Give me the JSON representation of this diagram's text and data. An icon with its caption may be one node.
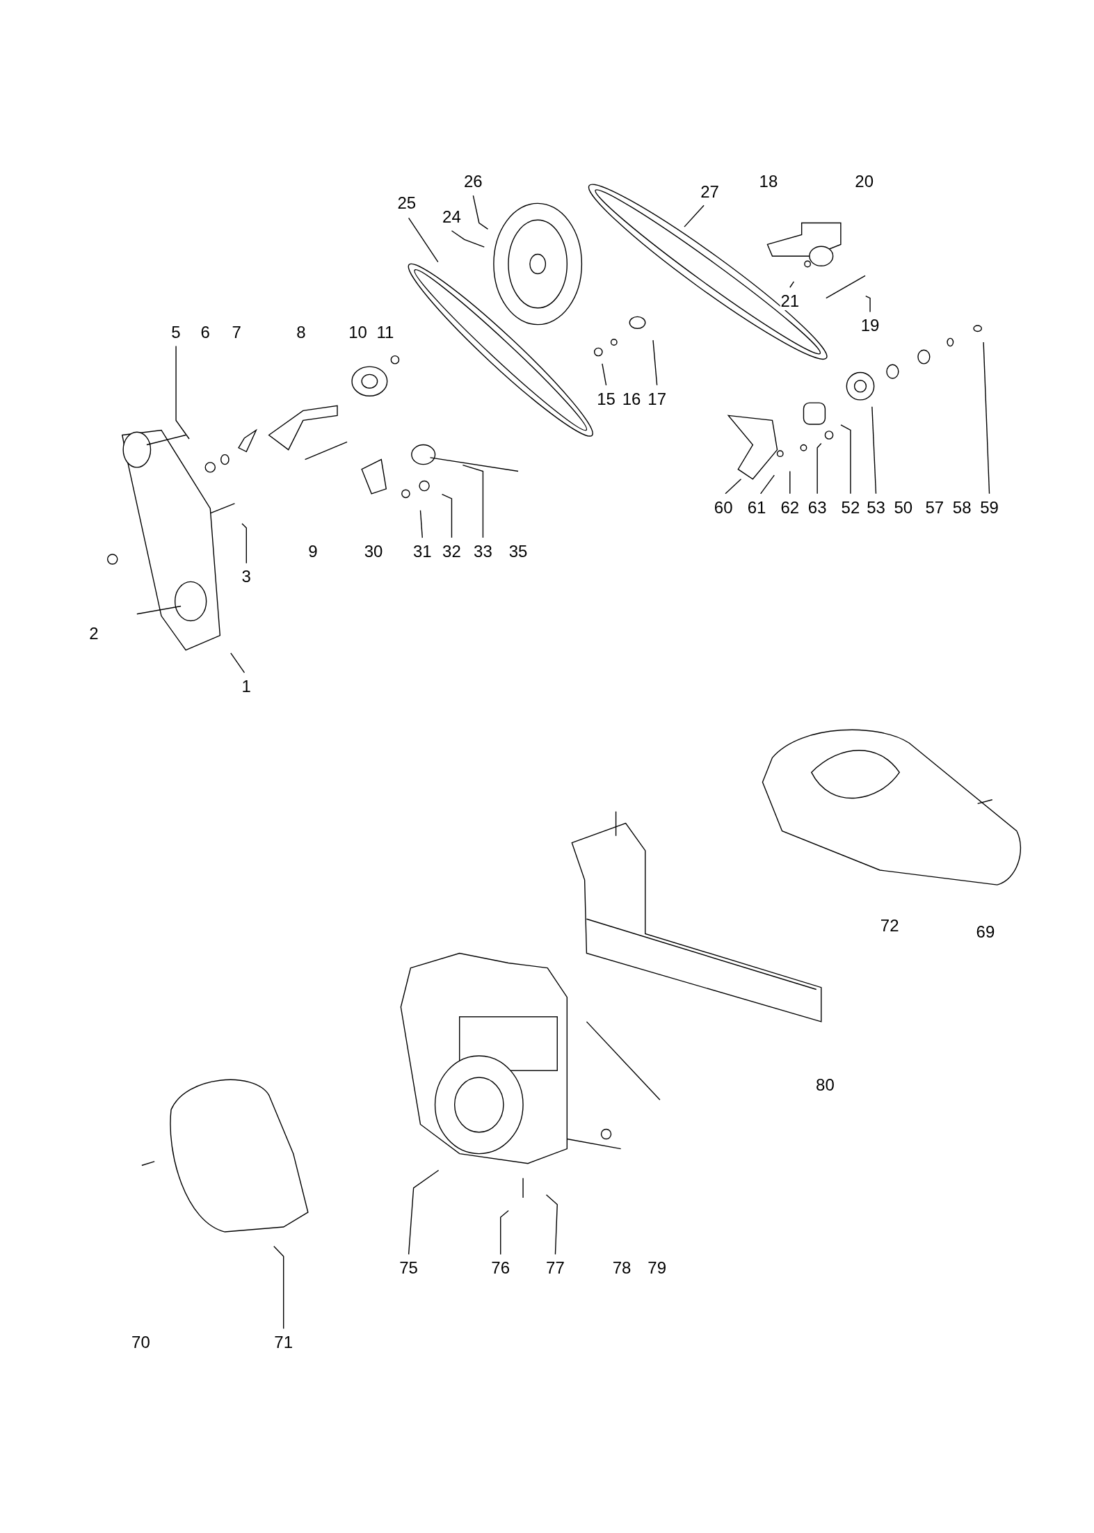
{
  "diagram": {
    "nodes": [
      {
        "text": [
          "26"
        ]
      },
      {
        "text": [
          "27"
        ]
      },
      {
        "text": [
          "25"
        ]
      },
      {
        "text": [
          "24"
        ]
      },
      {
        "text": [
          "21"
        ]
      },
      {
        "text": [
          "19"
        ]
      },
      {
        "text": [
          "5"
        ]
      },
      {
        "text": [
          "15"
        ]
      },
      {
        "text": [
          "17"
        ]
      },
      {
        "text": [
          "60"
        ]
      },
      {
        "text": [
          "61"
        ]
      },
      {
        "text": [
          "62"
        ]
      },
      {
        "text": [
          "63"
        ]
      },
      {
        "text": [
          "52"
        ]
      },
      {
        "text": [
          "53"
        ]
      },
      {
        "text": [
          "59"
        ]
      },
      {
        "text": [
          "31"
        ]
      },
      {
        "text": [
          "32"
        ]
      },
      {
        "text": [
          "33"
        ]
      },
      {
        "text": [
          "3"
        ]
      },
      {
        "text": [
          "1"
        ]
      },
      {
        "text": [
          "75"
        ]
      },
      {
        "text": [
          "76"
        ]
      },
      {
        "text": [
          "77"
        ]
      },
      {
        "text": [
          "71"
        ]
      },
      {
        "text": [
          "18"
        ]
      },
      {
        "text": [
          "20"
        ]
      },
      {
        "text": [
          "6"
        ]
      },
      {
        "text": [
          "7"
        ]
      },
      {
        "text": [
          "8"
        ]
      },
      {
        "text": [
          "10"
        ]
      },
      {
        "text": [
          "11"
        ]
      },
      {
        "text": [
          "16"
        ]
      },
      {
        "text": [
          "50"
        ]
      },
      {
        "text": [
          "57"
        ]
      },
      {
        "text": [
          "58"
        ]
      },
      {
        "text": [
          "9"
        ]
      },
      {
        "text": [
          "30"
        ]
      },
      {
        "text": [
          "35"
        ]
      },
      {
        "text": [
          "2"
        ]
      },
      {
        "text": [
          "72"
        ]
      },
      {
        "text": [
          "69"
        ]
      },
      {
        "text": [
          "80"
        ]
      },
      {
        "text": [
          "78"
        ]
      },
      {
        "text": [
          "79"
        ]
      },
      {
        "text": [
          "70"
        ]
      }
    ],
    "edges": [
      {
        "from": 0,
        "to": null,
        "arrow": "none"
      },
      {
        "from": 1,
        "to": null,
        "arrow": "none"
      },
      {
        "from": 2,
        "to": null,
        "arrow": "none"
      },
      {
        "from": 3,
        "to": null,
        "arrow": "none"
      },
      {
        "from": 4,
        "to": null,
        "arrow": "none"
      },
      {
        "from": 5,
        "to": null,
        "arrow": "none"
      },
      {
        "from": 6,
        "to": null,
        "arrow": "none"
      },
      {
        "from": 7,
        "to": null,
        "arrow": "none"
      },
      {
        "from": 8,
        "to": null,
        "arrow": "none"
      },
      {
        "from": 9,
        "to": null,
        "arrow": "none"
      },
      {
        "from": 10,
        "to": null,
        "arrow": "none"
      },
      {
        "from": 11,
        "to": null,
        "arrow": "none"
      },
      {
        "from": 12,
        "to": null,
        "arrow": "none"
      },
      {
        "from": 13,
        "to": null,
        "arrow": "none"
      },
      {
        "from": 14,
        "to": null,
        "arrow": "none"
      },
      {
        "from": 15,
        "to": null,
        "arrow": "none"
      },
      {
        "from": 16,
        "to": null,
        "arrow": "none"
      },
      {
        "from": 17,
        "to": null,
        "arrow": "none"
      },
      {
        "from": 18,
        "to": null,
        "arrow": "none"
      },
      {
        "from": 19,
        "to": null,
        "arrow": "none"
      },
      {
        "from": 20,
        "to": null,
        "arrow": "none"
      },
      {
        "from": 21,
        "to": null,
        "arrow": "none"
      },
      {
        "from": 22,
        "to": null,
        "arrow": "none"
      },
      {
        "from": 23,
        "to": null,
        "arrow": "none"
      },
      {
        "from": 24,
        "to": null,
        "arrow": "none"
      }
    ]
  }
}
